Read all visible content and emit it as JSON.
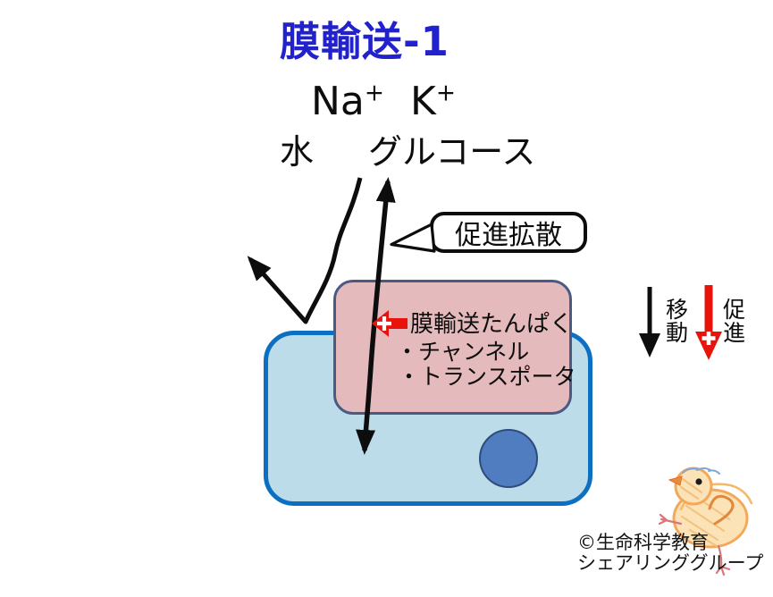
{
  "title": "膜輸送-1",
  "molecules": {
    "sodium_base": "Na",
    "sodium_charge": "+",
    "potassium_base": "K",
    "potassium_charge": "+",
    "water": "水",
    "glucose": "グルコース"
  },
  "callout": {
    "label": "促進拡散"
  },
  "protein_box": {
    "heading": "膜輸送たんぱく",
    "items": [
      "・チャンネル",
      "・トランスポータ"
    ]
  },
  "legend": {
    "move_label": "移動",
    "facilitate_label": "促進"
  },
  "footer": {
    "line1": "©生命科学教育",
    "line2": "シェアリンググループ"
  },
  "icons": {
    "water_arrow": "black curved arrow deflected off membrane",
    "glucose_arrow": "black double-headed arrow through membrane protein",
    "facilitated_block_arrow": "red left block arrow with white plus",
    "move_arrow": "black down arrow",
    "facilitate_arrow": "red down arrow with white plus",
    "chick": "hand-drawn chick illustration"
  },
  "colors": {
    "title_blue": "#2222cc",
    "cell_border": "#0c6fc2",
    "cell_fill": "#bcdce9",
    "protein_box_fill": "#e5babc",
    "protein_box_border": "#4a5a82",
    "organelle_fill": "#4f7dbf",
    "arrow_black": "#0d0d0d",
    "arrow_red": "#e8140c",
    "chick_orange": "#f2a959"
  }
}
